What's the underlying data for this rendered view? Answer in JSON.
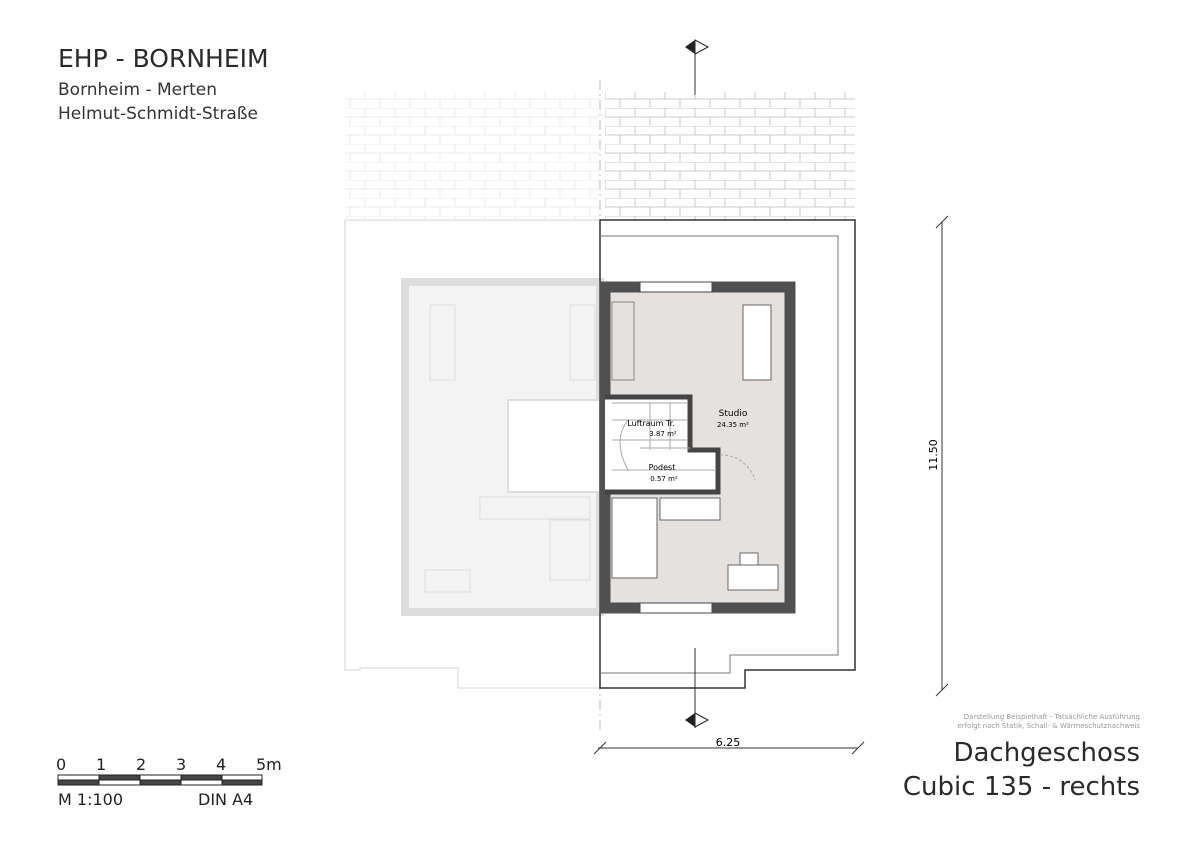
{
  "project": {
    "title": "EHP - BORNHEIM",
    "location": "Bornheim - Merten",
    "street": "Helmut-Schmidt-Straße"
  },
  "rooms": [
    {
      "name": "Studio",
      "area": "24.35 m²"
    },
    {
      "name": "Luftraum Tr.",
      "area": "3.87 m²"
    },
    {
      "name": "Podest",
      "area": "0.57 m²"
    }
  ],
  "dimensions": {
    "depth": "11.50",
    "width": "6.25"
  },
  "scale_bar": {
    "ticks": [
      "0",
      "1",
      "2",
      "3",
      "4",
      "5m"
    ],
    "scale": "M 1:100",
    "paper": "DIN A4"
  },
  "disclaimer": {
    "line1": "Darstellung Beispielhaft  -  Tatsächliche Ausführung",
    "line2": "erfolgt nach Statik, Schall- & Wärmeschutznachweis"
  },
  "drawing": {
    "floor": "Dachgeschoss",
    "model": "Cubic 135 - rechts"
  }
}
